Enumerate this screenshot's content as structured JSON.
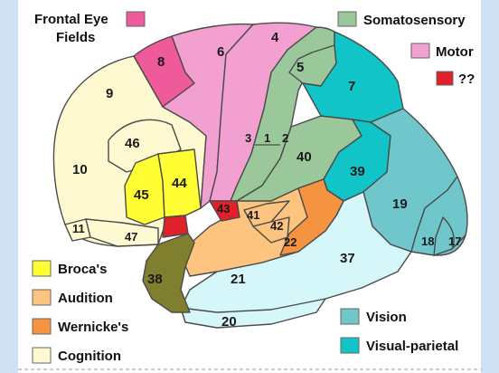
{
  "legend": {
    "frontal_eye_fields": "Frontal Eye\nFields",
    "frontal_eye_fields_line1": "Frontal Eye",
    "frontal_eye_fields_line2": "Fields",
    "somatosensory": "Somatosensory",
    "motor": "Motor",
    "unknown": "??",
    "brocas": "Broca's",
    "audition": "Audition",
    "wernickes": "Wernicke's",
    "cognition": "Cognition",
    "vision": "Vision",
    "visual_parietal": "Visual-parietal"
  },
  "colors": {
    "frontal_eye_fields": "#ee5a9a",
    "somatosensory": "#9bc89b",
    "motor": "#f2a0d0",
    "unknown": "#e0202a",
    "brocas": "#ffff33",
    "audition": "#fcc47e",
    "wernickes": "#f59440",
    "cognition": "#fff9d2",
    "vision": "#6fc7cc",
    "visual_parietal": "#10c4c8",
    "temporal_light": "#d6f7fa",
    "area38": "#7f7f2e"
  },
  "areas": {
    "a4": "4",
    "a5": "5",
    "a6": "6",
    "a7": "7",
    "a8": "8",
    "a9": "9",
    "a10": "10",
    "a11": "11",
    "a17": "17",
    "a18": "18",
    "a19": "19",
    "a20": "20",
    "a21": "21",
    "a22": "22",
    "a37": "37",
    "a38": "38",
    "a39": "39",
    "a40": "40",
    "a41": "41",
    "a42": "42",
    "a43": "43",
    "a44": "44",
    "a45": "45",
    "a46": "46",
    "a47": "47",
    "a3": "3",
    "a1": "1",
    "a2": "2"
  }
}
